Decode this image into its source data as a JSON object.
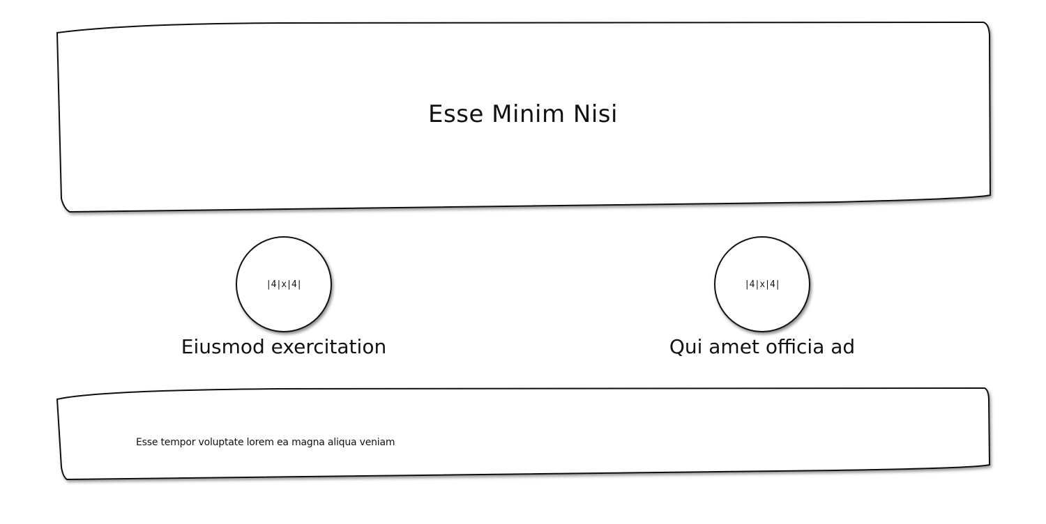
{
  "header": {
    "title": "Esse Minim Nisi"
  },
  "profiles": [
    {
      "image_placeholder": "|4|x|4|",
      "caption": "Eiusmod exercitation"
    },
    {
      "image_placeholder": "|4|x|4|",
      "caption": "Qui amet officia ad"
    }
  ],
  "footer": {
    "text": "Esse tempor voluptate lorem ea magna aliqua veniam"
  },
  "colors": {
    "stroke": "#111111",
    "background": "#ffffff",
    "shadow": "#555555"
  }
}
